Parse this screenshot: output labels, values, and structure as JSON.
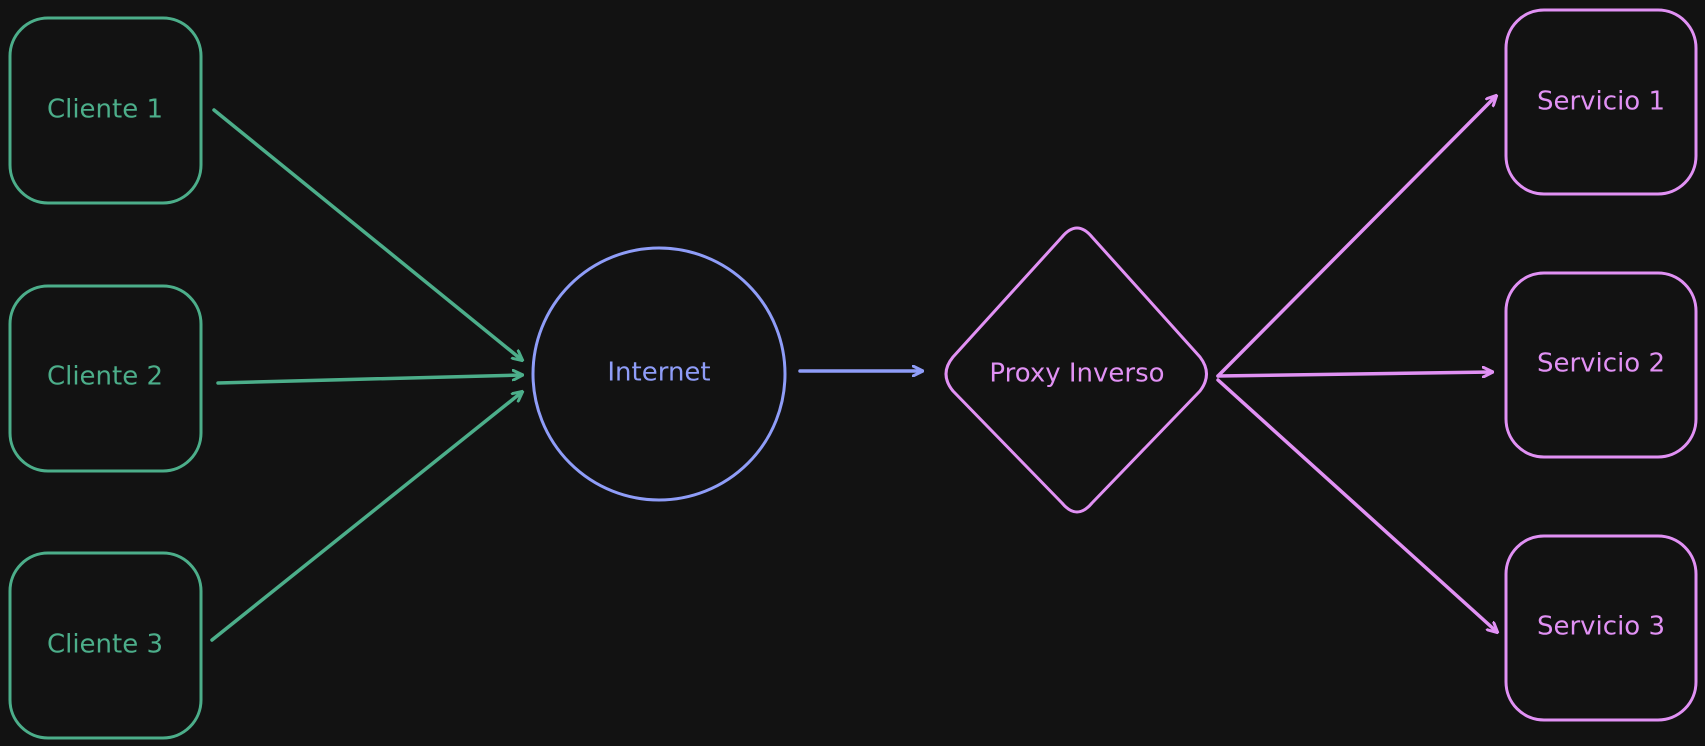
{
  "colors": {
    "background": "#121212",
    "client": "#4cae8a",
    "internet": "#8f9df8",
    "proxy": "#e191f4",
    "service": "#e191f4"
  },
  "clients": [
    {
      "label": "Cliente 1"
    },
    {
      "label": "Cliente 2"
    },
    {
      "label": "Cliente 3"
    }
  ],
  "internet": {
    "label": "Internet"
  },
  "proxy": {
    "label": "Proxy Inverso"
  },
  "services": [
    {
      "label": "Servicio 1"
    },
    {
      "label": "Servicio 2"
    },
    {
      "label": "Servicio 3"
    }
  ]
}
